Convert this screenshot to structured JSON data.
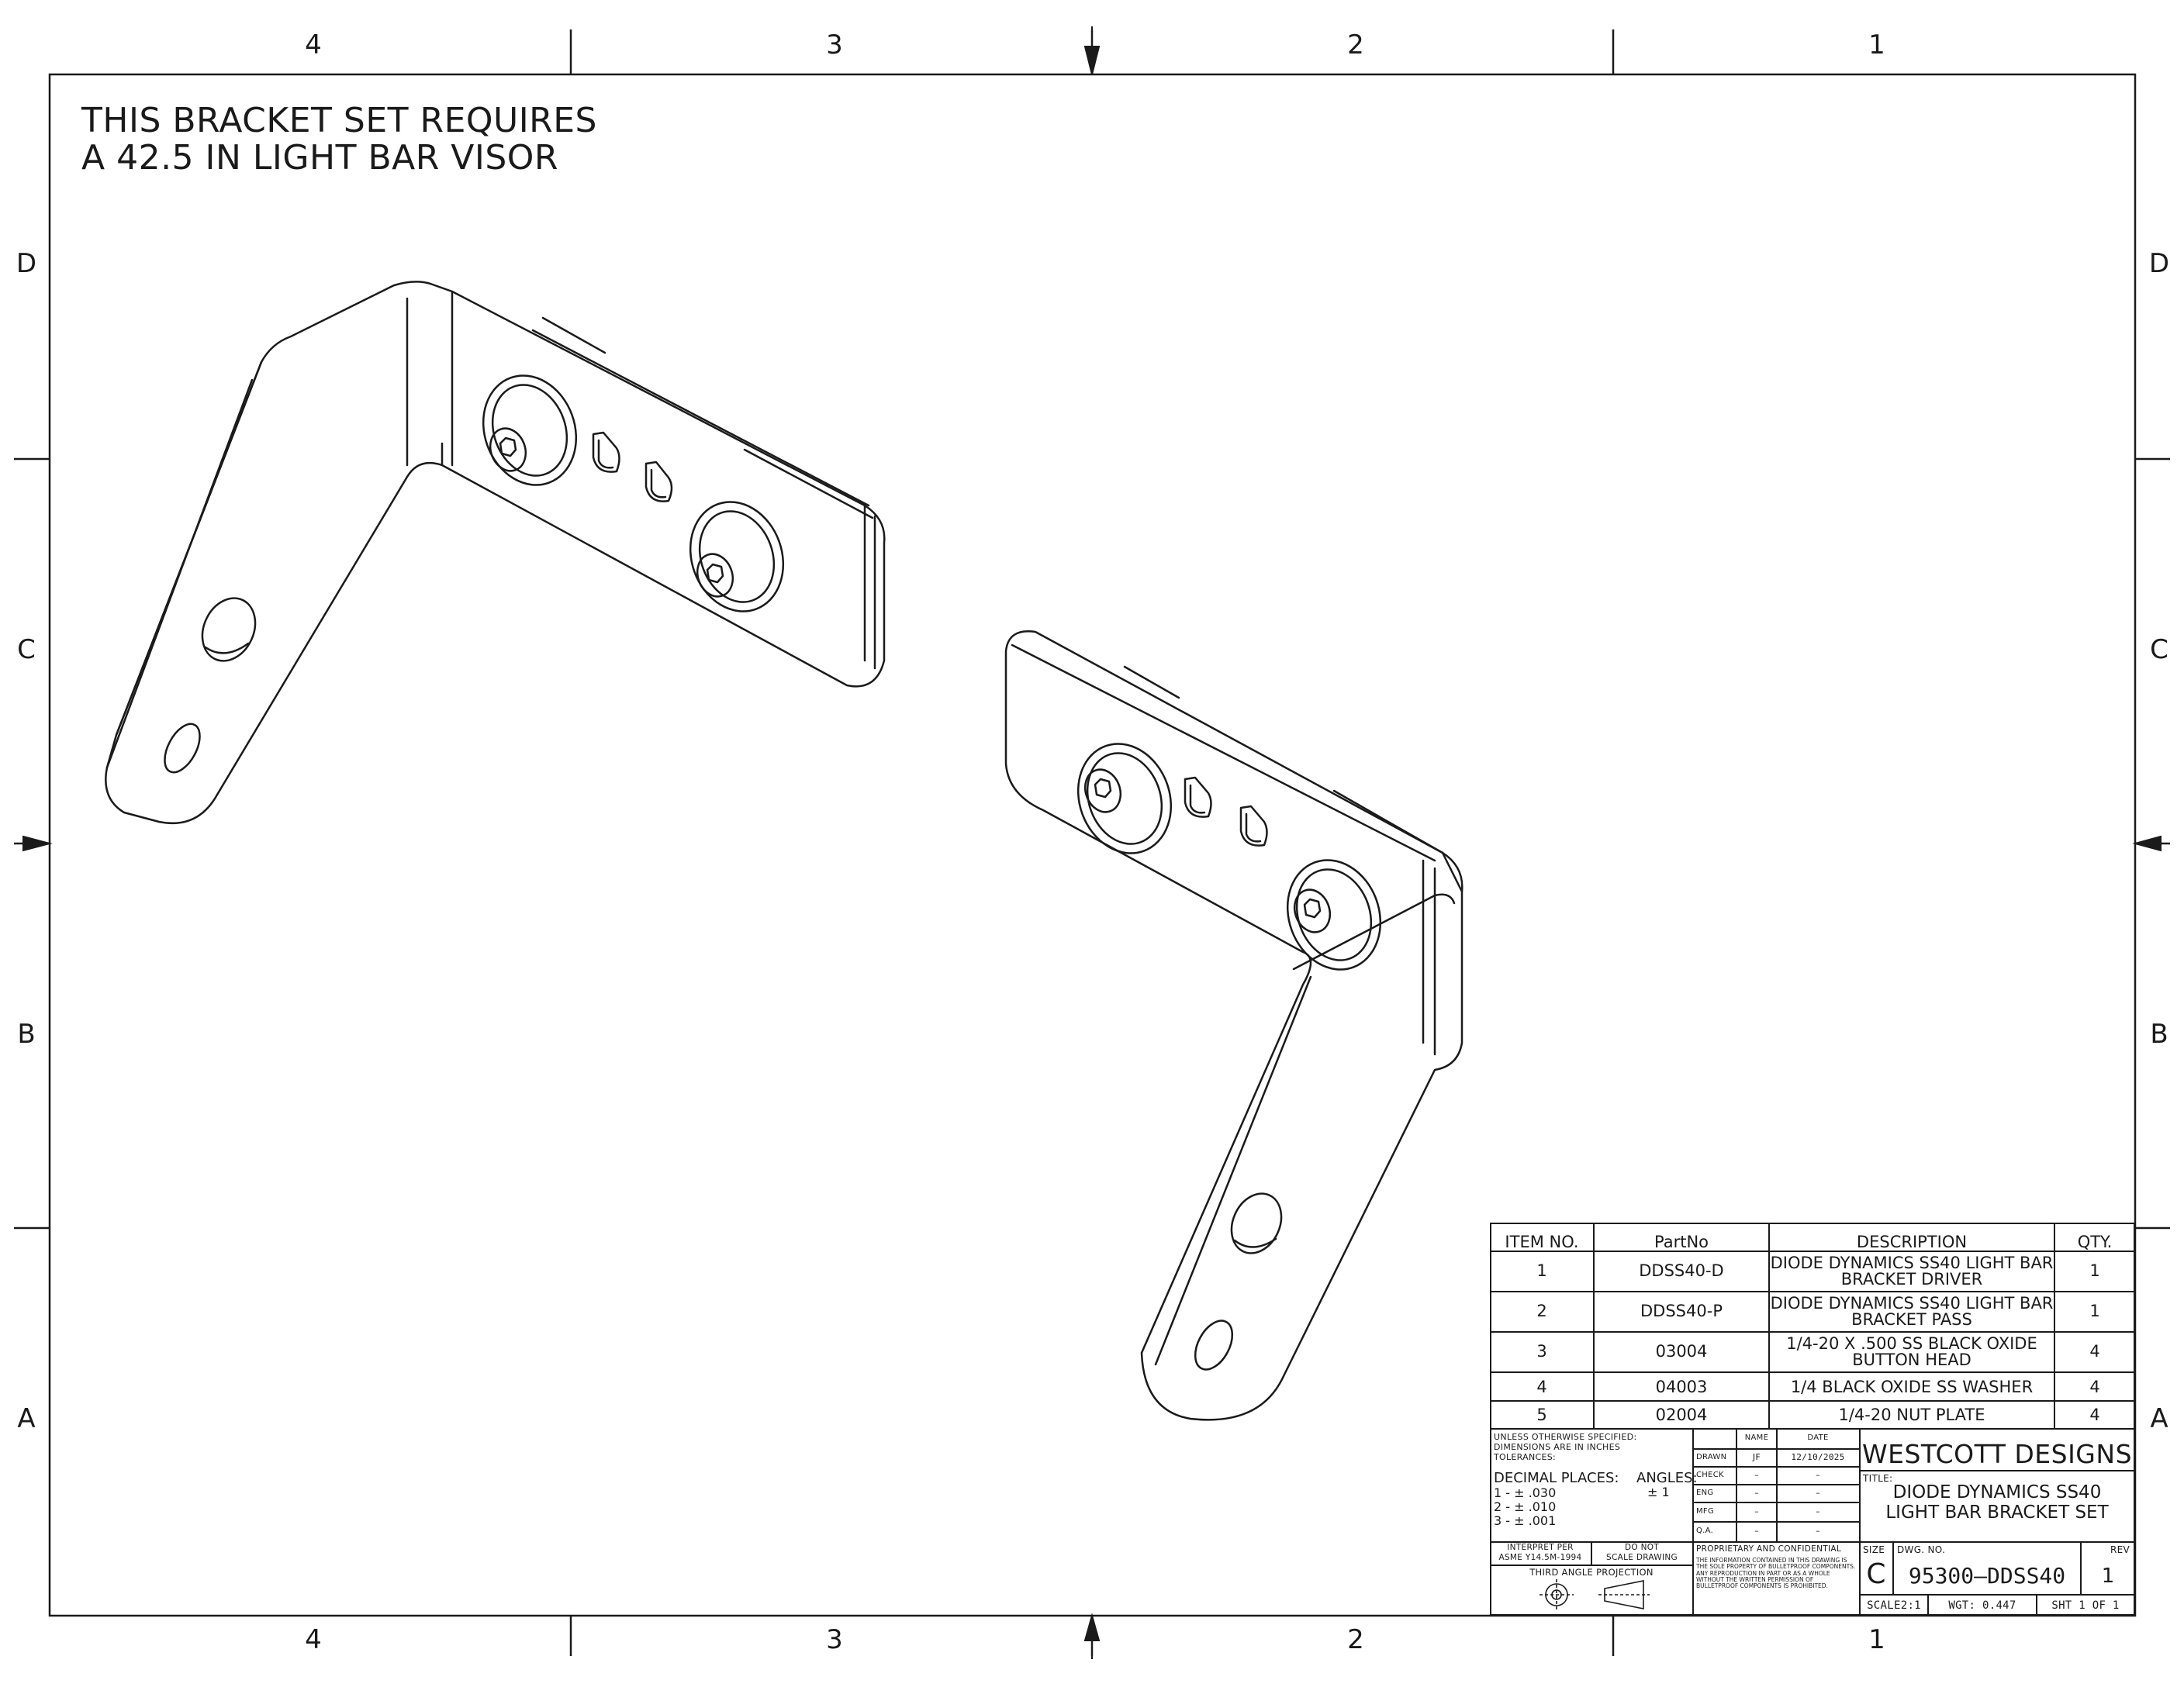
{
  "zones": {
    "columns": [
      "4",
      "3",
      "2",
      "1"
    ],
    "rows": [
      "D",
      "C",
      "B",
      "A"
    ]
  },
  "note": {
    "line1": "THIS BRACKET SET REQUIRES",
    "line2": "A 42.5 IN LIGHT BAR VISOR"
  },
  "bom": {
    "headers": {
      "item": "ITEM NO.",
      "part": "PartNo",
      "desc": "DESCRIPTION",
      "qty": "QTY."
    },
    "rows": [
      {
        "item": "1",
        "part": "DDSS40-D",
        "desc1": "DIODE DYNAMICS SS40 LIGHT BAR",
        "desc2": "BRACKET DRIVER",
        "qty": "1"
      },
      {
        "item": "2",
        "part": "DDSS40-P",
        "desc1": "DIODE DYNAMICS SS40 LIGHT BAR",
        "desc2": "BRACKET PASS",
        "qty": "1"
      },
      {
        "item": "3",
        "part": "03004",
        "desc1": "1/4-20 X .500 SS BLACK OXIDE",
        "desc2": "BUTTON HEAD",
        "qty": "4"
      },
      {
        "item": "4",
        "part": "04003",
        "desc1": "1/4 BLACK OXIDE SS WASHER",
        "desc2": "",
        "qty": "4"
      },
      {
        "item": "5",
        "part": "02004",
        "desc1": "1/4-20 NUT PLATE",
        "desc2": "",
        "qty": "4"
      }
    ]
  },
  "title_block": {
    "unless_1": "UNLESS OTHERWISE SPECIFIED:",
    "unless_2": "DIMENSIONS ARE IN INCHES",
    "unless_3": "TOLERANCES:",
    "decimal_label": "DECIMAL PLACES:",
    "angles_label": "ANGLES:",
    "angles_value": "± 1",
    "tol_1": "1 - ± .030",
    "tol_2": "2 - ± .010",
    "tol_3": "3 - ± .001",
    "interpret_1": "INTERPRET PER",
    "interpret_2": "ASME Y14.5M-1994",
    "donot_1": "DO NOT",
    "donot_2": "SCALE DRAWING",
    "projection": "THIRD ANGLE PROJECTION",
    "col_name": "NAME",
    "col_date": "DATE",
    "approvals": [
      {
        "role": "DRAWN",
        "name": "JF",
        "date": "12/10/2025"
      },
      {
        "role": "CHECK",
        "name": "–",
        "date": "–"
      },
      {
        "role": "ENG",
        "name": "–",
        "date": "–"
      },
      {
        "role": "MFG",
        "name": "–",
        "date": "–"
      },
      {
        "role": "Q.A.",
        "name": "–",
        "date": "–"
      }
    ],
    "proprietary_title": "PROPRIETARY AND CONFIDENTIAL",
    "proprietary_text": "THE INFORMATION CONTAINED IN THIS DRAWING IS THE SOLE PROPERTY OF BULLETPROOF COMPONENTS. ANY REPRODUCTION IN PART OR AS A WHOLE WITHOUT THE WRITTEN PERMISSION OF BULLETPROOF COMPONENTS IS PROHIBITED.",
    "company": "WESTCOTT DESIGNS",
    "title_label": "TITLE:",
    "title_1": "DIODE DYNAMICS SS40",
    "title_2": "LIGHT BAR BRACKET SET",
    "size_label": "SIZE",
    "size": "C",
    "dwg_label": "DWG. NO.",
    "dwg_no": "95300–DDSS40",
    "rev_label": "REV",
    "rev": "1",
    "scale": "SCALE2:1",
    "weight": "WGT: 0.447",
    "sheet": "SHT 1 OF 1"
  }
}
